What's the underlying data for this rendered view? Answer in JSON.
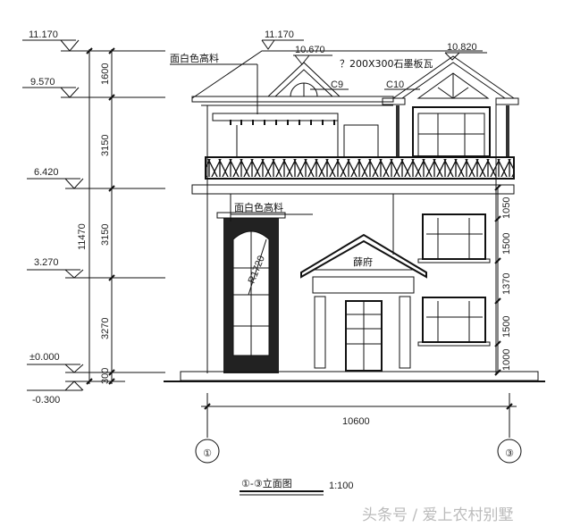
{
  "levels": {
    "top": "11.170",
    "roof_eave": "9.570",
    "second_floor": "6.420",
    "first_floor": "3.270",
    "ground": "±0.000",
    "outdoor": "-0.300"
  },
  "left_dimensions": {
    "total": "11470",
    "segments": [
      "1600",
      "3150",
      "3150",
      "3270",
      "300"
    ]
  },
  "right_dimensions": [
    "1050",
    "1500",
    "1370",
    "1500",
    "1000"
  ],
  "roof_labels": {
    "peak_level": "11.170",
    "small_gable_level": "10.670",
    "right_gable_level": "10.820",
    "tile_note": "？200X300石墨板瓦",
    "window_c9": "C9",
    "window_c10": "C10"
  },
  "notes": {
    "upper_finish": "面白色高料",
    "lower_finish": "面白色高料",
    "arch_radius": "R1720",
    "plaque": "薛府"
  },
  "bottom": {
    "overall_width": "10600",
    "axis_left": "①",
    "axis_right": "③",
    "title": "①-③立面图",
    "scale": "1:100"
  },
  "watermark": "头条号 / 爱上农村别墅"
}
